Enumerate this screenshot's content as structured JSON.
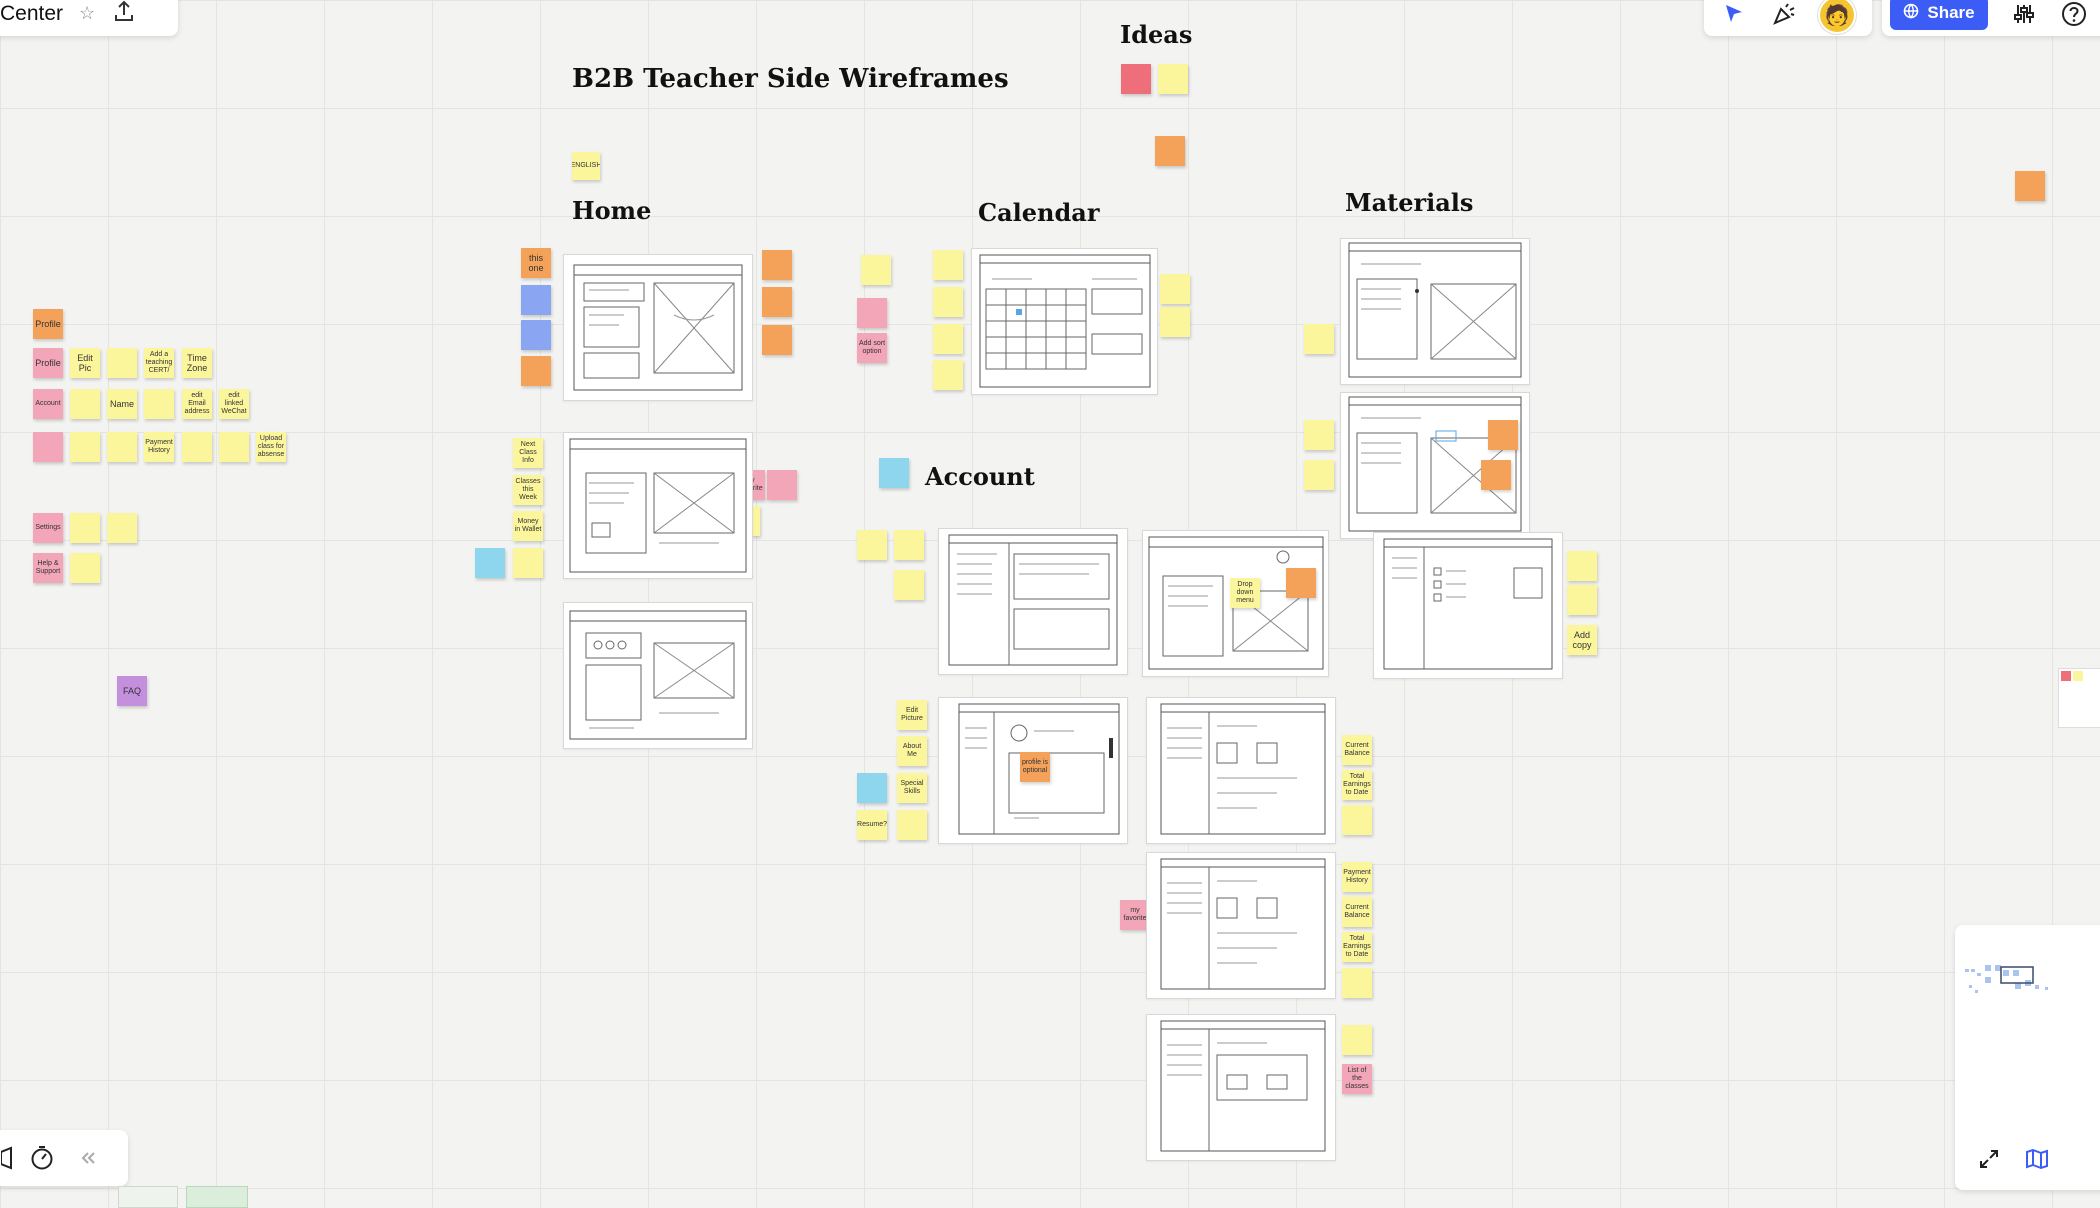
{
  "board": {
    "title": "Center"
  },
  "toolbar": {
    "share_label": "Share",
    "avatar_emoji": "🧑"
  },
  "headings": {
    "main": "B2B Teacher Side Wireframes",
    "home": "Home",
    "calendar": "Calendar",
    "materials": "Materials",
    "ideas": "Ideas",
    "account": "Account"
  },
  "notes": {
    "profile_header": "Profile",
    "profile": "Profile",
    "edit_pic": "Edit Pic",
    "add_teaching_cert": "Add a teaching CERT/",
    "time_zone": "Time Zone",
    "account": "Account",
    "name": "Name",
    "edit_email": "edit Email address",
    "edit_wechat": "edit linked WeChat",
    "payment_history_left": "Payment History",
    "upload_class": "Upload class for absense",
    "settings": "Settings",
    "help_support": "Help & Support",
    "faq": "FAQ",
    "english": "ENGLISH",
    "this_one": "this one",
    "next_class_info": "Next Class Info",
    "classes_this_week": "Classes this Week",
    "money_in_wallet": "Money in Wallet",
    "my_favorite_home": "My Favorite",
    "add_sort_option": "Add sort option",
    "drop_down_menu": "Drop down menu",
    "add_copy": "Add copy",
    "edit_picture": "Edit Picture",
    "about_me": "About Me",
    "special_skills": "Special Skills",
    "resume": "Resume?",
    "profile_optional": "profile is optional",
    "current_balance": "Current Balance",
    "total_earnings": "Total Earnings to Date",
    "payment_history": "Payment History",
    "current_balance_2": "Current Balance",
    "total_earnings_2": "Total Earnings to Date",
    "my_favorite": "my favorite",
    "list_of_classes": "List of the classes"
  }
}
